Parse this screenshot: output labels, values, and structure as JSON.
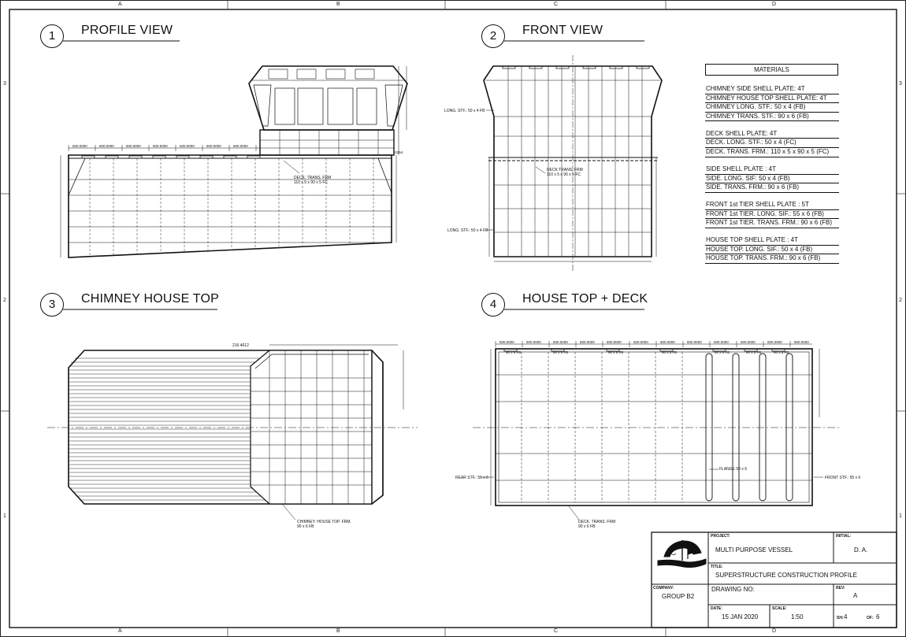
{
  "zones": {
    "columns": [
      "A",
      "B",
      "C",
      "D"
    ],
    "rows": [
      "3",
      "2",
      "1"
    ]
  },
  "views": [
    {
      "number": "1",
      "title": "PROFILE VIEW"
    },
    {
      "number": "2",
      "title": "FRONT VIEW"
    },
    {
      "number": "3",
      "title": "CHIMNEY HOUSE TOP"
    },
    {
      "number": "4",
      "title": "HOUSE TOP + DECK"
    }
  ],
  "annotations": {
    "profile_deck_frm": [
      "DECK. TRANS. FRM",
      "110 x 5 x 90 x 5 FC"
    ],
    "front_long_stf_top": "LONG. STF.: 50 x 4 FB",
    "front_deck_frm": [
      "DECK TRANS. FRM",
      "110 x 5 x 90 x 5 FC"
    ],
    "front_long_stf_bottom": "LONG. STF.: 50 x 4 FB",
    "chimney_top_frm": [
      "CHIMNEY. HOUSE TOP. FRM.",
      "90 x 6 FB"
    ],
    "chimney_top_dim": "216.4612",
    "house_rear_stf": "REAR STF.: 55 x 6",
    "house_flange": "FLANGE 50 x 6",
    "house_front_stf": "FRONT STF.: 55 x 6",
    "house_deck_frm": [
      "DECK. TRANS. FRM",
      "90 x 6 FB"
    ]
  },
  "materials": {
    "heading": "MATERIALS",
    "groups": [
      [
        "CHIMNEY SIDE SHELL PLATE: 4T",
        "CHIMNEY HOUSE TOP SHELL PLATE: 4T",
        "CHIMNEY LONG. STF.: 50 x 4 (FB)",
        "CHIMNEY TRANS. STF.: 90 x 6 (FB)"
      ],
      [
        "DECK SHELL PLATE: 4T",
        "DECK. LONG. STF.: 50 x 4 (FC)",
        "DECK. TRANS. FRM.: 110 x 5 x 90 x 5 (FC)"
      ],
      [
        "SIDE SHELL PLATE : 4T",
        "SIDE. LONG. SIF: 50 x 4 (FB)",
        "SIDE. TRANS. FRM.: 90 x 6 (FB)"
      ],
      [
        "FRONT 1st TIER SHELL PLATE : 5T",
        "FRONT 1st TIER. LONG. SIF.: 55 x 6 (FB)",
        "FRONT 1st TIER. TRANS. FRM.: 90 x 6 (FB)"
      ],
      [
        "HOUSE TOP SHELL PLATE : 4T",
        "HOUSE TOP. LONG. SIF.: 50 x 4 (FB)",
        "HOUSE TOP. TRANS. FRM.: 90 x 6 (FB)"
      ]
    ]
  },
  "title_block": {
    "project_label": "PROJECT:",
    "project": "MULTI PURPOSE VESSEL",
    "initial_label": "INITIAL:",
    "initial": "D. A.",
    "title_label": "TITLE:",
    "title": "SUPERSTRUCTURE CONSTRUCTION PROFILE",
    "company_label": "COMPANY:",
    "company": "GROUP B2",
    "drawing_no_label": "DRAWING NO:",
    "rev_label": "REV:",
    "rev": "A",
    "date_label": "DATE:",
    "date": "15 JAN 2020",
    "scale_label": "SCALE:",
    "scale": "1:50",
    "sheet_label": "SH:",
    "sheet": "4",
    "of_label": "OF:",
    "of": "6"
  }
}
